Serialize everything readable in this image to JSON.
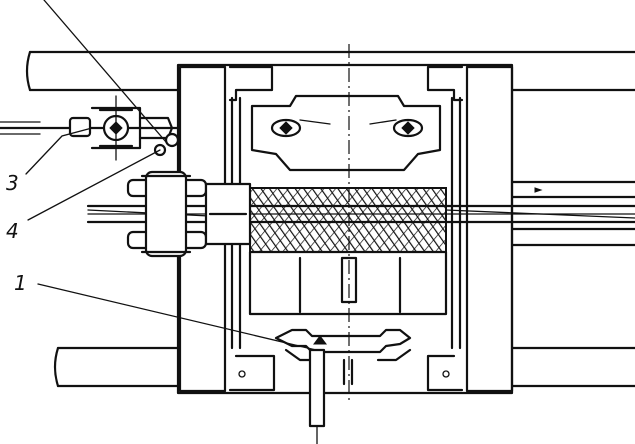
{
  "callouts": [
    {
      "id": "1",
      "text": "1"
    },
    {
      "id": "3",
      "text": "3"
    },
    {
      "id": "4",
      "text": "4"
    }
  ],
  "colors": {
    "ink": "#111111",
    "paper": "#ffffff"
  }
}
